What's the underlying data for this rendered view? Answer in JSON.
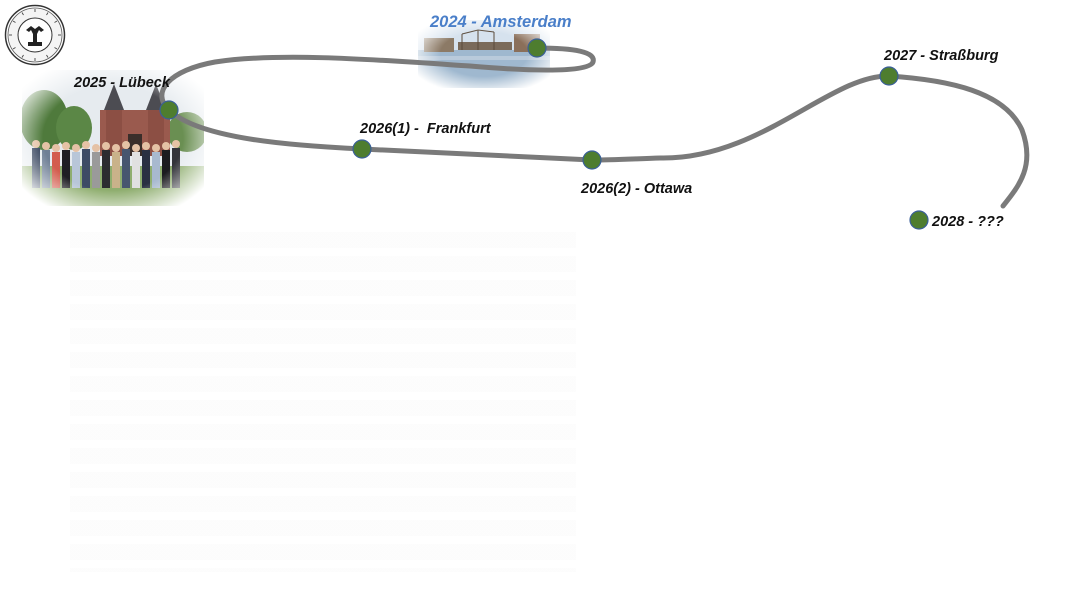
{
  "timeline": {
    "stops": [
      {
        "label": "2024 - Amsterdam",
        "highlight": true
      },
      {
        "label": "2025 - Lübeck",
        "highlight": false
      },
      {
        "label": "2026(1) -  Frankfurt",
        "highlight": false
      },
      {
        "label": "2026(2) - Ottawa",
        "highlight": false
      },
      {
        "label": "2027 - Straßburg",
        "highlight": false
      },
      {
        "label": "2028 - ???",
        "highlight": false
      }
    ]
  },
  "logo": {
    "text": "FÜHRUNGSAKADEMIE DER BUNDESWEHR"
  },
  "colors": {
    "path": "#7a7a7a",
    "node_fill": "#4e7d2f",
    "node_stroke": "#3a5f9a",
    "accent_text": "#4a7fc9",
    "label_text": "#111111"
  }
}
